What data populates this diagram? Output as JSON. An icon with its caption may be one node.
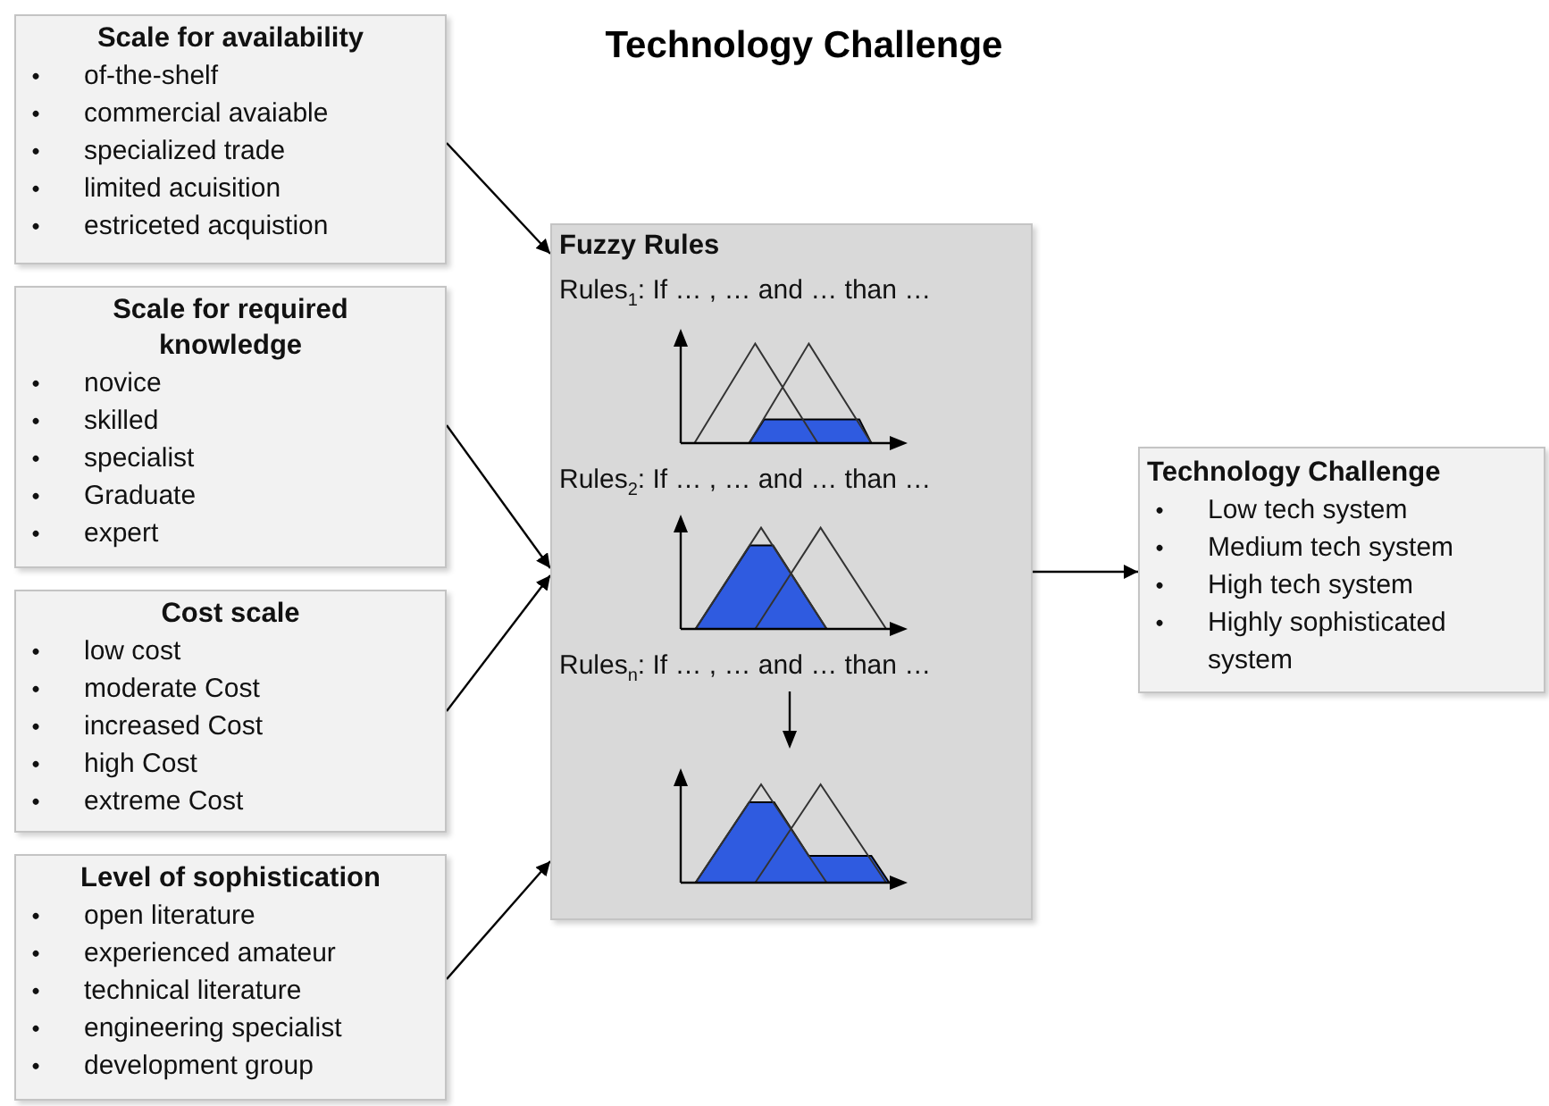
{
  "diagram": {
    "title": "Technology Challenge",
    "nodes": [
      {
        "text": [
          "Scale for availability",
          "•",
          "of-the-shelf",
          "•",
          "commercial avaiable",
          "•",
          "specialized trade",
          "•",
          "limited acuisition",
          "•",
          "estriceted acquistion"
        ]
      },
      {
        "text": [
          "Scale for required knowledge",
          "•",
          "novice",
          "•",
          "skilled",
          "•",
          "specialist",
          "•",
          "Graduate",
          "•",
          "expert"
        ]
      },
      {
        "text": [
          "Cost scale",
          "•",
          "low cost",
          "•",
          "moderate Cost",
          "•",
          "increased Cost",
          "•",
          "high Cost",
          "•",
          "extreme Cost"
        ]
      },
      {
        "text": [
          "Level of sophistication",
          "•",
          "open literature",
          "•",
          "experienced amateur",
          "•",
          "technical literature",
          "•",
          "engineering specialist",
          "•",
          "development group"
        ]
      },
      {
        "text": [
          "Fuzzy Rules",
          "Rules$_{1}$: If … , … and … than …",
          "Rules$_{2}$: If … , … and … than …",
          "Rules$_{n}$: If … , … and … than …"
        ]
      },
      {
        "text": [
          "Technology Challenge",
          "•",
          "Low tech system",
          "•",
          "Medium tech system",
          "•",
          "High tech system",
          "•",
          "Highly sophisticated system"
        ]
      }
    ],
    "edges": [
      {
        "from": 0,
        "to": 4,
        "arrow": "to"
      },
      {
        "from": 1,
        "to": 4,
        "arrow": "to"
      },
      {
        "from": 2,
        "to": 4,
        "arrow": "to"
      },
      {
        "from": 3,
        "to": 4,
        "arrow": "to"
      },
      {
        "from": 4,
        "to": 5,
        "arrow": "to"
      }
    ]
  }
}
